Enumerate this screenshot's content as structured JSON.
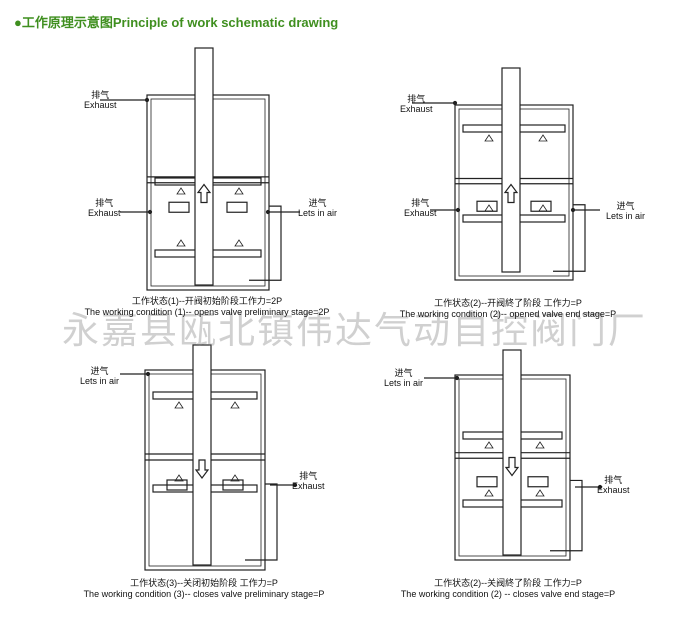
{
  "title": "●工作原理示意图Principle of work schematic drawing",
  "watermark": "永嘉县瓯北镇伟达气动自控阀门厂",
  "labels": {
    "exhaust_cn": "排气",
    "exhaust_en": "Exhaust",
    "air_cn": "进气",
    "air_en": "Lets in air"
  },
  "panels": [
    {
      "cn": "工作状态(1)--开阀初始阶段工作力=2P",
      "en": "The working condition (1)-- opens valve preliminary stage=2P"
    },
    {
      "cn": "工作状态(2)--开阀終了阶段 工作力=P",
      "en": "The working condition (2)-- opened valve end stage=P"
    },
    {
      "cn": "工作状态(3)--关闭初始阶段 工作力=P",
      "en": "The working condition (3)-- closes valve preliminary stage=P"
    },
    {
      "cn": "工作状态(2)--关阀終了阶段 工作力=P",
      "en": "The working condition (2) -- closes valve end stage=P"
    }
  ]
}
